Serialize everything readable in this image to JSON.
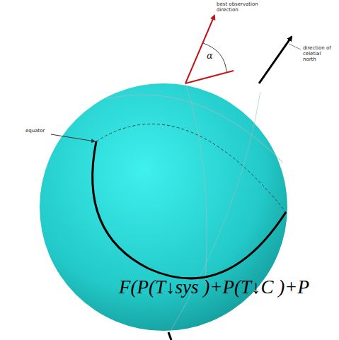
{
  "diagram": {
    "labels": [
      "best observation direction",
      "α",
      "direction of celetial north",
      "equator",
      "F(P(T↓sys )+P(T↓C )+P"
    ]
  }
}
